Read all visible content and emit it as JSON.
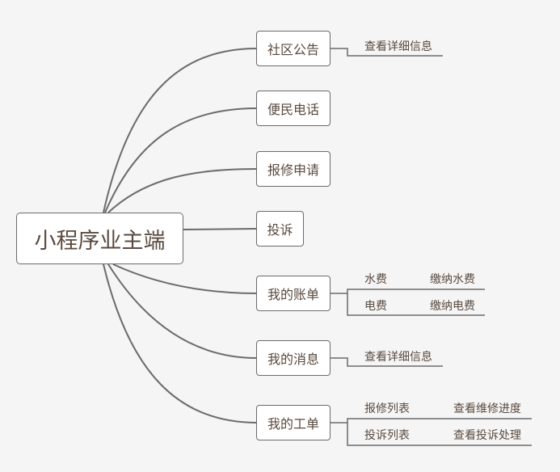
{
  "root": {
    "label": "小程序业主端"
  },
  "branches": [
    {
      "label": "社区公告",
      "children": [
        {
          "label": "查看详细信息"
        }
      ]
    },
    {
      "label": "便民电话"
    },
    {
      "label": "报修申请"
    },
    {
      "label": "投诉"
    },
    {
      "label": "我的账单",
      "children": [
        {
          "label": "水费",
          "children": [
            {
              "label": "缴纳水费"
            }
          ]
        },
        {
          "label": "电费",
          "children": [
            {
              "label": "缴纳电费"
            }
          ]
        }
      ]
    },
    {
      "label": "我的消息",
      "children": [
        {
          "label": "查看详细信息"
        }
      ]
    },
    {
      "label": "我的工单",
      "children": [
        {
          "label": "报修列表",
          "children": [
            {
              "label": "查看维修进度"
            }
          ]
        },
        {
          "label": "投诉列表",
          "children": [
            {
              "label": "查看投诉处理"
            }
          ]
        }
      ]
    }
  ],
  "colors": {
    "line": "#6b6b6b",
    "text": "#5a4a3f",
    "background": "#f5f5f5",
    "node_fill": "#ffffff"
  }
}
